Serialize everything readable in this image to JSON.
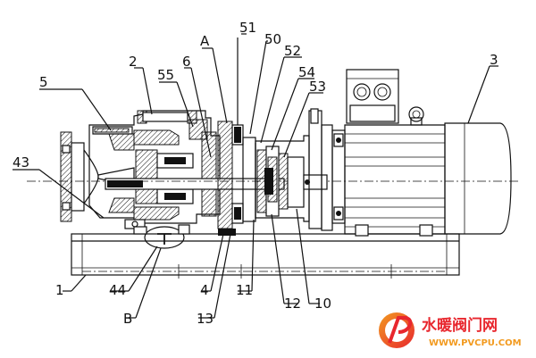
{
  "callouts": [
    {
      "id": "c-1",
      "text": "1"
    },
    {
      "id": "c-2",
      "text": "2"
    },
    {
      "id": "c-3",
      "text": "3"
    },
    {
      "id": "c-4",
      "text": "4"
    },
    {
      "id": "c-5",
      "text": "5"
    },
    {
      "id": "c-6",
      "text": "6"
    },
    {
      "id": "c-10",
      "text": "10"
    },
    {
      "id": "c-11",
      "text": "11"
    },
    {
      "id": "c-12",
      "text": "12"
    },
    {
      "id": "c-13",
      "text": "13"
    },
    {
      "id": "c-43",
      "text": "43"
    },
    {
      "id": "c-44",
      "text": "44"
    },
    {
      "id": "c-50",
      "text": "50"
    },
    {
      "id": "c-51",
      "text": "51"
    },
    {
      "id": "c-52",
      "text": "52"
    },
    {
      "id": "c-53",
      "text": "53"
    },
    {
      "id": "c-54",
      "text": "54"
    },
    {
      "id": "c-55",
      "text": "55"
    },
    {
      "id": "c-A",
      "text": "A"
    },
    {
      "id": "c-B",
      "text": "B"
    }
  ],
  "watermark": {
    "title": "水暖阀门网",
    "url": "WWW.PVCPU.COM"
  },
  "colors": {
    "line": "#111111",
    "watermark_red": "#e8272e",
    "watermark_orange": "#f29a1f"
  }
}
